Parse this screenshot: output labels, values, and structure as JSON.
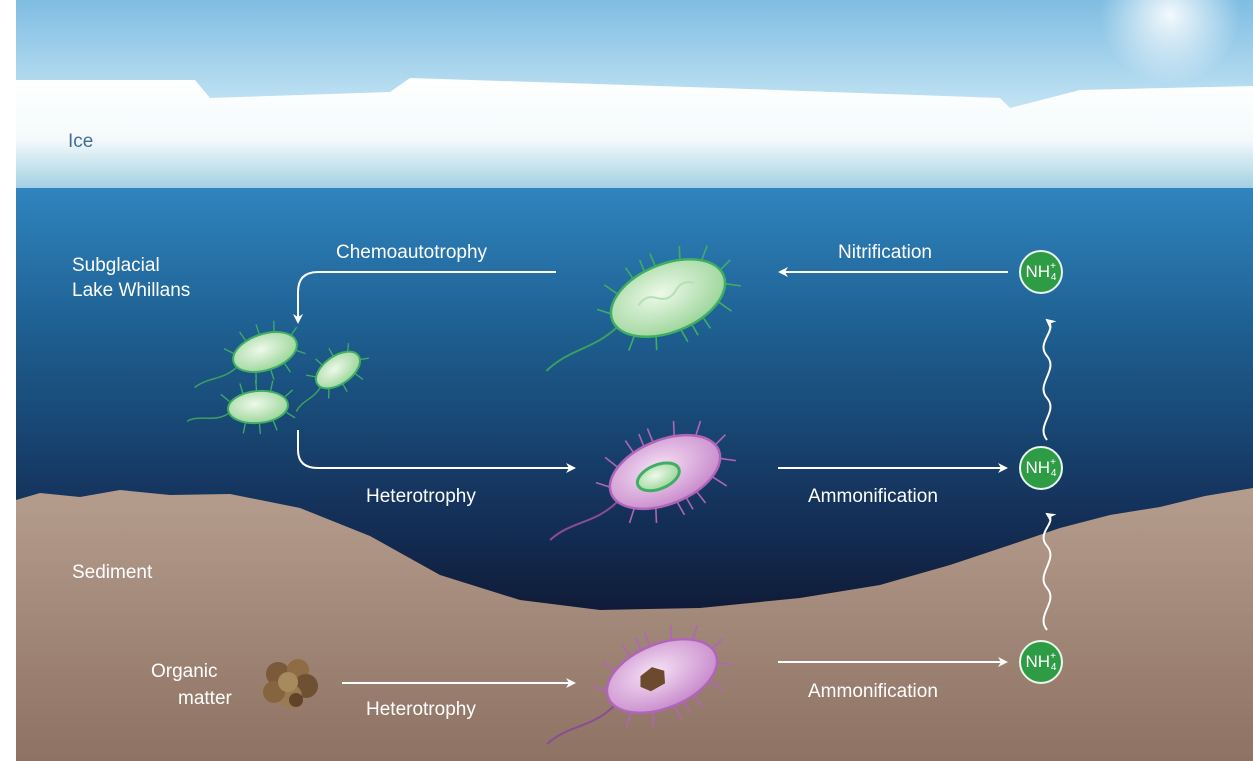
{
  "labels": {
    "ice": "Ice",
    "lake_line1": "Subglacial",
    "lake_line2": "Lake Whillans",
    "sediment": "Sediment",
    "organic_line1": "Organic",
    "organic_line2": "matter"
  },
  "processes": {
    "chemoautotrophy": "Chemoautotrophy",
    "nitrification": "Nitrification",
    "heterotrophy_water": "Heterotrophy",
    "ammonification_water": "Ammonification",
    "heterotrophy_sediment": "Heterotrophy",
    "ammonification_sediment": "Ammonification"
  },
  "nh4": {
    "base": "NH",
    "charge": "+",
    "count": "4"
  },
  "colors": {
    "sky": "#8fc6e6",
    "ice": "#ffffff",
    "lake_top": "#2f7db3",
    "lake_bottom": "#111a33",
    "sediment": "#a68a78",
    "green_microbe": "#c9ebc5",
    "purple_microbe": "#d9a6dc",
    "nh4_circle": "#2e9b45"
  }
}
